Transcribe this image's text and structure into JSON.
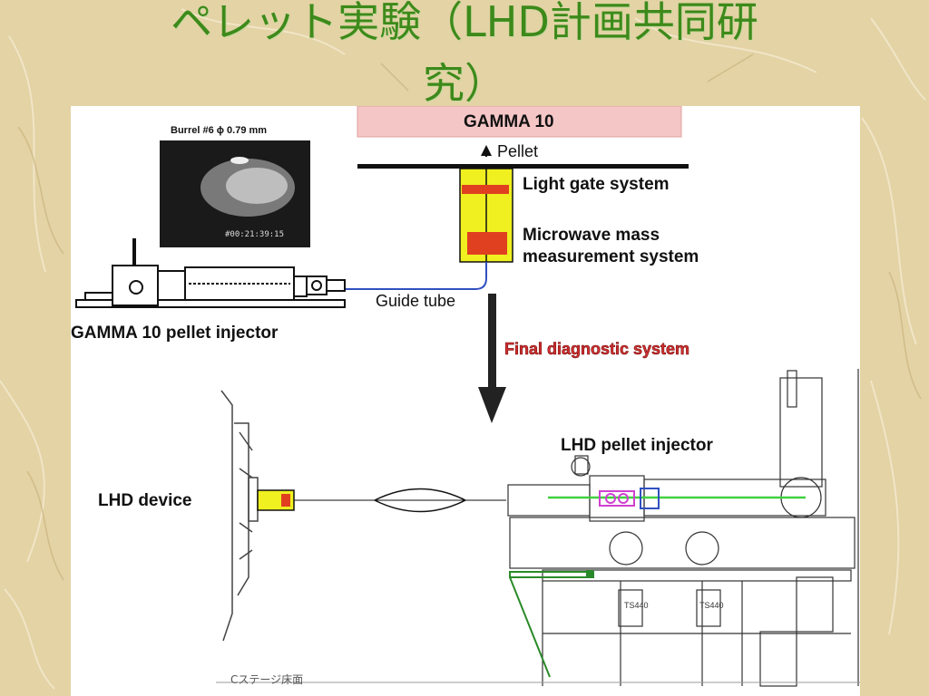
{
  "slide": {
    "title_line1": "ペレット実験（LHD計画共同研",
    "title_line2": "究）"
  },
  "diagram": {
    "gamma10": "GAMMA 10",
    "pellet": "Pellet",
    "light_gate": "Light gate system",
    "microwave_line1": "Microwave mass",
    "microwave_line2": "measurement system",
    "guide_tube": "Guide tube",
    "gamma10_injector": "GAMMA 10 pellet injector",
    "final_diagnostic": "Final diagnostic system",
    "lhd_injector": "LHD pellet injector",
    "lhd_device": "LHD device",
    "photo_caption": "Burrel #6 ϕ 0.79 mm",
    "photo_timestamp": "#00:21:39:15",
    "floor_label": "Cステージ床面",
    "pump_label": "TS440"
  },
  "colors": {
    "title": "#3d8a1a",
    "gamma10_box": "#f5c6c6",
    "system_box": "#f0f020",
    "red_element": "#e04020",
    "final_text": "#d03030",
    "beam": "#40d040",
    "guide_tube": "#3050c0"
  }
}
